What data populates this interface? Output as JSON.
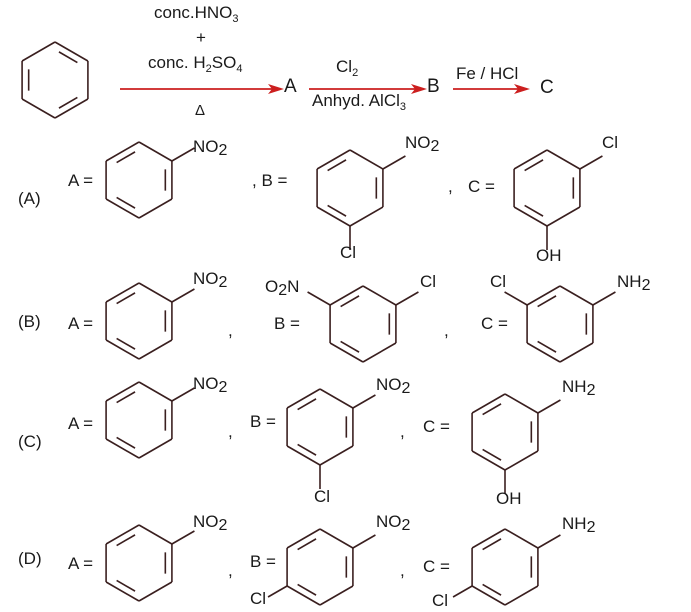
{
  "colors": {
    "bond": "#3a1f1f",
    "arrow": "#cc1f1f",
    "text": "#1a1a1a"
  },
  "scheme": {
    "start": "benzene",
    "step1": {
      "reagent_line1": "conc.HNO",
      "reagent_line1_sub": "3",
      "plus": "+",
      "reagent_line2_pre": "conc. H",
      "reagent_line2_sub1": "2",
      "reagent_line2_mid": "SO",
      "reagent_line2_sub2": "4",
      "condition": "Δ",
      "product": "A"
    },
    "step2": {
      "reagent_pre": "Cl",
      "reagent_sub": "2",
      "catalyst_pre": "Anhyd. AlCl",
      "catalyst_sub": "3",
      "product": "B"
    },
    "step3": {
      "reagent": "Fe / HCl",
      "product": "C"
    }
  },
  "options": [
    {
      "label": "(A)",
      "A": {
        "eq": "A =",
        "groups": [
          "NO2"
        ],
        "desc": "nitrobenzene"
      },
      "B": {
        "eq": "B =",
        "groups": [
          "NO2",
          "Cl"
        ],
        "desc": "3-chloronitrobenzene"
      },
      "C": {
        "eq": "C =",
        "groups": [
          "Cl",
          "OH"
        ],
        "desc": "3-chlorophenol"
      }
    },
    {
      "label": "(B)",
      "A": {
        "eq": "A =",
        "groups": [
          "NO2"
        ],
        "desc": "nitrobenzene"
      },
      "B": {
        "eq": "B =",
        "groups": [
          "O2N",
          "Cl"
        ],
        "desc": "3-chloronitrobenzene"
      },
      "C": {
        "eq": "C =",
        "groups": [
          "Cl",
          "NH2"
        ],
        "desc": "3-chloroaniline"
      }
    },
    {
      "label": "(C)",
      "A": {
        "eq": "A =",
        "groups": [
          "NO2"
        ],
        "desc": "nitrobenzene"
      },
      "B": {
        "eq": "B =",
        "groups": [
          "NO2",
          "Cl"
        ],
        "desc": "3-chloronitrobenzene"
      },
      "C": {
        "eq": "C =",
        "groups": [
          "NH2",
          "OH"
        ],
        "desc": "3-aminophenol"
      }
    },
    {
      "label": "(D)",
      "A": {
        "eq": "A =",
        "groups": [
          "NO2"
        ],
        "desc": "nitrobenzene"
      },
      "B": {
        "eq": "B =",
        "groups": [
          "NO2",
          "Cl"
        ],
        "desc": "4-chloronitrobenzene"
      },
      "C": {
        "eq": "C =",
        "groups": [
          "NH2",
          "Cl"
        ],
        "desc": "4-chloroaniline"
      }
    }
  ],
  "labels": {
    "comma": ",",
    "no2_N": "NO",
    "no2_sub": "2",
    "o2n_O": "O",
    "o2n_sub": "2",
    "o2n_N": "N",
    "nh2_N": "NH",
    "nh2_sub": "2",
    "cl": "Cl",
    "oh": "OH"
  }
}
